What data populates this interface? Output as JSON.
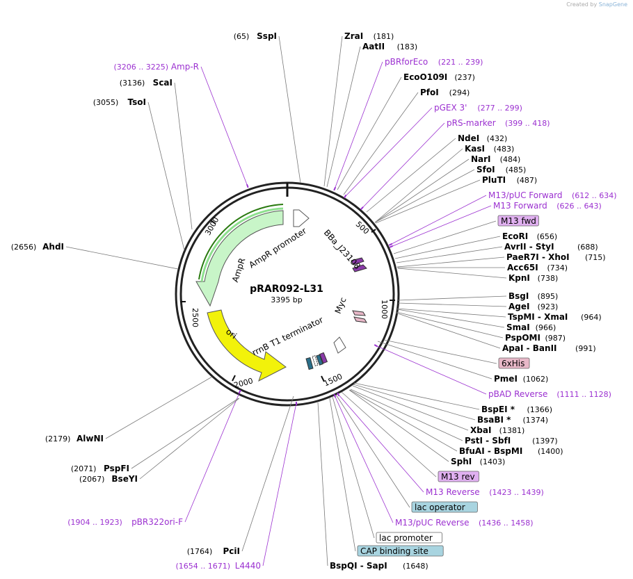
{
  "credit": {
    "prefix": "Created by",
    "brand": "SnapGene"
  },
  "plasmid": {
    "name": "pRAR092-L31",
    "length_label": "3395 bp",
    "length": 3395
  },
  "colors": {
    "primer": "#9b30d0",
    "ampr": "#c8f5c8",
    "ori": "#f2f20a",
    "myc": "#e8b8c8",
    "his": "#e8b8c8",
    "lac": "#a8d4e0",
    "m13fwd": "#e0b0f0"
  },
  "ticks": [
    "500",
    "1000",
    "1500",
    "2000",
    "2500",
    "3000"
  ],
  "features": [
    {
      "name": "AmpR",
      "label": "AmpR"
    },
    {
      "name": "AmpR promoter",
      "label": "AmpR promoter"
    },
    {
      "name": "ori",
      "label": "ori"
    },
    {
      "name": "BBa_J23108",
      "label": "BBa_J23108"
    },
    {
      "name": "Myc",
      "label": "Myc"
    },
    {
      "name": "rrnB T1 terminator",
      "label": "rrnB T1 terminator"
    }
  ],
  "labels": [
    {
      "name": "SspI",
      "pos": "(65)",
      "kind": "enzyme"
    },
    {
      "name": "ZraI",
      "pos": "(181)",
      "kind": "enzyme"
    },
    {
      "name": "AatII",
      "pos": "(183)",
      "kind": "enzyme"
    },
    {
      "name": "pBRforEco",
      "pos": "(221 .. 239)",
      "kind": "primer"
    },
    {
      "name": "EcoO109I",
      "pos": "(237)",
      "kind": "enzyme"
    },
    {
      "name": "PfoI",
      "pos": "(294)",
      "kind": "enzyme"
    },
    {
      "name": "pGEX 3'",
      "pos": "(277 .. 299)",
      "kind": "primer"
    },
    {
      "name": "pRS-marker",
      "pos": "(399 .. 418)",
      "kind": "primer"
    },
    {
      "name": "NdeI",
      "pos": "(432)",
      "kind": "enzyme"
    },
    {
      "name": "KasI",
      "pos": "(483)",
      "kind": "enzyme"
    },
    {
      "name": "NarI",
      "pos": "(484)",
      "kind": "enzyme"
    },
    {
      "name": "SfoI",
      "pos": "(485)",
      "kind": "enzyme"
    },
    {
      "name": "PluTI",
      "pos": "(487)",
      "kind": "enzyme"
    },
    {
      "name": "M13/pUC Forward",
      "pos": "(612 .. 634)",
      "kind": "primer"
    },
    {
      "name": "M13 Forward",
      "pos": "(626 .. 643)",
      "kind": "primer"
    },
    {
      "name": "M13 fwd",
      "pos": "",
      "kind": "box-m13"
    },
    {
      "name": "EcoRI",
      "pos": "(656)",
      "kind": "enzyme"
    },
    {
      "name": "AvrII - StyI",
      "pos": "(688)",
      "kind": "enzyme"
    },
    {
      "name": "PaeR7I - XhoI",
      "pos": "(715)",
      "kind": "enzyme"
    },
    {
      "name": "Acc65I",
      "pos": "(734)",
      "kind": "enzyme"
    },
    {
      "name": "KpnI",
      "pos": "(738)",
      "kind": "enzyme"
    },
    {
      "name": "BsgI",
      "pos": "(895)",
      "kind": "enzyme"
    },
    {
      "name": "AgeI",
      "pos": "(923)",
      "kind": "enzyme"
    },
    {
      "name": "TspMI - XmaI",
      "pos": "(964)",
      "kind": "enzyme"
    },
    {
      "name": "SmaI",
      "pos": "(966)",
      "kind": "enzyme"
    },
    {
      "name": "PspOMI",
      "pos": "(987)",
      "kind": "enzyme"
    },
    {
      "name": "ApaI - BanII",
      "pos": "(991)",
      "kind": "enzyme"
    },
    {
      "name": "6xHis",
      "pos": "",
      "kind": "box-his"
    },
    {
      "name": "PmeI",
      "pos": "(1062)",
      "kind": "enzyme"
    },
    {
      "name": "pBAD Reverse",
      "pos": "(1111 .. 1128)",
      "kind": "primer"
    },
    {
      "name": "BspEI *",
      "pos": "(1366)",
      "kind": "enzyme"
    },
    {
      "name": "BsaBI *",
      "pos": "(1374)",
      "kind": "enzyme"
    },
    {
      "name": "XbaI",
      "pos": "(1381)",
      "kind": "enzyme"
    },
    {
      "name": "PstI - SbfI",
      "pos": "(1397)",
      "kind": "enzyme"
    },
    {
      "name": "BfuAI - BspMI",
      "pos": "(1400)",
      "kind": "enzyme"
    },
    {
      "name": "SphI",
      "pos": "(1403)",
      "kind": "enzyme"
    },
    {
      "name": "M13 rev",
      "pos": "",
      "kind": "box-m13"
    },
    {
      "name": "M13 Reverse",
      "pos": "(1423 .. 1439)",
      "kind": "primer"
    },
    {
      "name": "lac operator",
      "pos": "",
      "kind": "box-lac"
    },
    {
      "name": "M13/pUC Reverse",
      "pos": "(1436 .. 1458)",
      "kind": "primer"
    },
    {
      "name": "lac promoter",
      "pos": "",
      "kind": "box-white"
    },
    {
      "name": "CAP binding site",
      "pos": "",
      "kind": "box-lac"
    },
    {
      "name": "BspQI - SapI",
      "pos": "(1648)",
      "kind": "enzyme"
    },
    {
      "name": "L4440",
      "pos": "(1654 .. 1671)",
      "kind": "primer"
    },
    {
      "name": "PciI",
      "pos": "(1764)",
      "kind": "enzyme"
    },
    {
      "name": "pBR322ori-F",
      "pos": "(1904 .. 1923)",
      "kind": "primer"
    },
    {
      "name": "BseYI",
      "pos": "(2067)",
      "kind": "enzyme"
    },
    {
      "name": "PspFI",
      "pos": "(2071)",
      "kind": "enzyme"
    },
    {
      "name": "AlwNI",
      "pos": "(2179)",
      "kind": "enzyme"
    },
    {
      "name": "AhdI",
      "pos": "(2656)",
      "kind": "enzyme"
    },
    {
      "name": "TsoI",
      "pos": "(3055)",
      "kind": "enzyme"
    },
    {
      "name": "ScaI",
      "pos": "(3136)",
      "kind": "enzyme"
    },
    {
      "name": "Amp-R",
      "pos": "(3206 .. 3225)",
      "kind": "primer"
    }
  ]
}
